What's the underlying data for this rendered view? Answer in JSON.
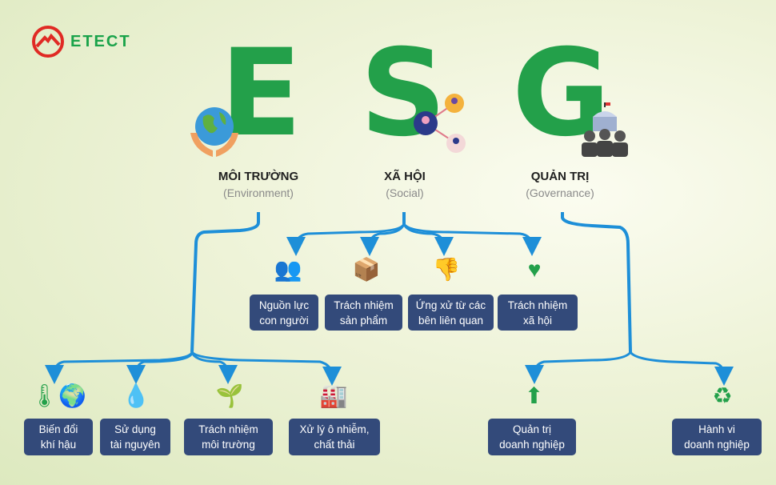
{
  "logo": {
    "text": "ETECT"
  },
  "letters": [
    "E",
    "S",
    "G"
  ],
  "pillars": [
    {
      "title": "MÔI TRƯỜNG",
      "subtitle": "(Environment)"
    },
    {
      "title": "XÃ HỘI",
      "subtitle": "(Social)"
    },
    {
      "title": "QUẢN TRỊ",
      "subtitle": "(Governance)"
    }
  ],
  "social_items": [
    {
      "line1": "Nguồn lực",
      "line2": "con người",
      "icon": "people-icon"
    },
    {
      "line1": "Trách nhiệm",
      "line2": "sản phẩm",
      "icon": "boxes-icon"
    },
    {
      "line1": "Ứng xử từ các",
      "line2": "bên liên quan",
      "icon": "thumbs-down-icon"
    },
    {
      "line1": "Trách nhiệm",
      "line2": "xã hội",
      "icon": "heart-hands-icon"
    }
  ],
  "env_items": [
    {
      "line1": "Biến đổi",
      "line2": "khí hậu",
      "icon": "thermometer-globe-icon"
    },
    {
      "line1": "Sử dụng",
      "line2": "tài nguyên",
      "icon": "water-drops-icon"
    },
    {
      "line1": "Trách nhiệm",
      "line2": "môi trường",
      "icon": "sprout-globe-icon"
    },
    {
      "line1": "Xử lý ô nhiễm,",
      "line2": "chất thải",
      "icon": "factory-icon"
    }
  ],
  "gov_items": [
    {
      "line1": "Quản trị",
      "line2": "doanh nghiệp",
      "icon": "growth-arrow-icon"
    },
    {
      "line1": "Hành vi",
      "line2": "doanh nghiệp",
      "icon": "cycle-person-icon"
    }
  ],
  "colors": {
    "green": "#23a04a",
    "navy": "#334a7a",
    "line": "#1e8fd8",
    "logo_red": "#e02a24"
  }
}
